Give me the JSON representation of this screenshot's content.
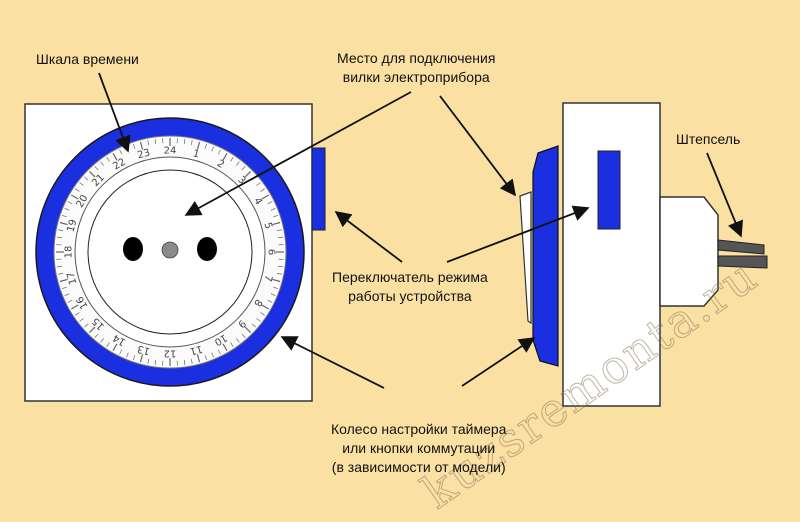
{
  "labels": {
    "time_scale": "Шкала времени",
    "socket_place": [
      "Место для подключения",
      "вилки электроприбора"
    ],
    "mode_switch": [
      "Переключатель режима",
      "работы устройства"
    ],
    "plug": "Штепсель",
    "wheel": [
      "Колесо настройки таймера",
      "или кнопки коммутации",
      "(в зависимости от модели)"
    ]
  },
  "watermark": "kuzsremonta.ru",
  "dial": {
    "hours_clockwise_from_top": [
      "24",
      "1",
      "2",
      "3",
      "4",
      "5",
      "6",
      "7",
      "8",
      "9",
      "10",
      "11",
      "12",
      "13",
      "14",
      "15",
      "16",
      "17",
      "18",
      "19",
      "20",
      "21",
      "22",
      "23"
    ]
  },
  "colors": {
    "background": "#fbe0a3",
    "accent_blue": "#1a2fe0",
    "housing": "#ffffff",
    "outline": "#222222"
  }
}
